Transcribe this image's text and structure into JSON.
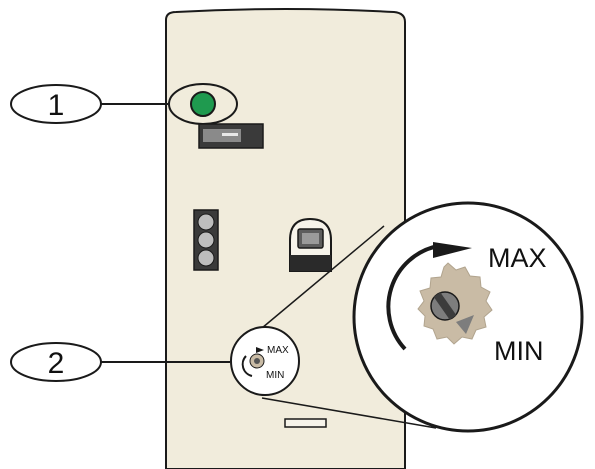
{
  "callouts": [
    {
      "number": "1"
    },
    {
      "number": "2"
    }
  ],
  "dial_small": {
    "max_label": "MAX",
    "min_label": "MIN"
  },
  "dial_zoom": {
    "max_label": "MAX",
    "min_label": "MIN"
  },
  "colors": {
    "panel": "#f1ecdc",
    "led": "#1f9a4f",
    "knob": "#c9bba5",
    "outline": "#1a1a1a"
  }
}
